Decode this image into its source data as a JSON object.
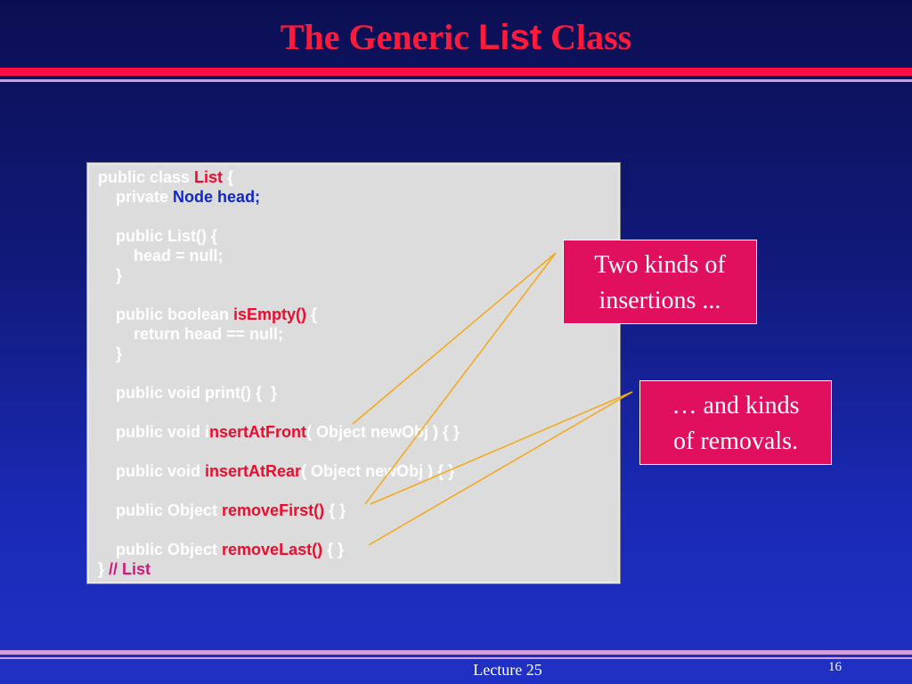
{
  "slide": {
    "title_pre": "The Generic ",
    "title_mono": "List",
    "title_post": " Class"
  },
  "code": {
    "l1": {
      "a": "public class ",
      "b": "List",
      "c": " {"
    },
    "l2": {
      "a": "    private ",
      "b": "Node head;"
    },
    "l3": {
      "a": "    public List() {"
    },
    "l4": {
      "a": "        head = null;"
    },
    "l5": {
      "a": "    }"
    },
    "l6": {
      "a": "    public boolean ",
      "b": "isEmpty()",
      "c": " {"
    },
    "l7": {
      "a": "        return head == null;"
    },
    "l8": {
      "a": "    }"
    },
    "l9": {
      "a": "    public void print() {  }"
    },
    "l10": {
      "a": "    public void i",
      "b": "nsertAtFront",
      "c": "( Object newObj ) { }"
    },
    "l11": {
      "a": "    public void ",
      "b": "insertAtRear",
      "c": "( Object newObj ) { }"
    },
    "l12": {
      "a": "    public Object ",
      "b": "removeFirst()",
      "c": " { }"
    },
    "l13": {
      "a": "    public Object ",
      "b": "removeLast()",
      "c": " { }"
    },
    "l14": {
      "a": "} ",
      "b": "// ",
      "c": "List"
    }
  },
  "callouts": {
    "insertions_l1": "Two kinds of",
    "insertions_l2": "insertions ...",
    "removals_l1": "… and kinds",
    "removals_l2": "of removals."
  },
  "footer": {
    "lecture": "Lecture 25",
    "page": "16"
  },
  "colors": {
    "title": "#ff1a3c",
    "accent_bar": "#ff0f45",
    "callout_bg": "#e0105e",
    "code_bg": "#dcdcdc",
    "leader_line": "#f4a818"
  }
}
